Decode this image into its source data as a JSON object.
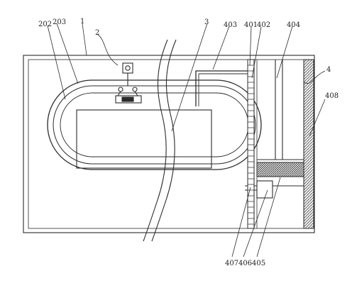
{
  "figure": {
    "stroke_color": "#2b2b2b",
    "hatch_color": "#555555",
    "labels": {
      "l202": "202",
      "l203": "203",
      "l1": "1",
      "l2": "2",
      "l3": "3",
      "l403": "403",
      "l401": "401",
      "l402": "402",
      "l404": "404",
      "l4": "4",
      "l408": "408",
      "l407": "407",
      "l406": "406",
      "l405": "405"
    }
  }
}
